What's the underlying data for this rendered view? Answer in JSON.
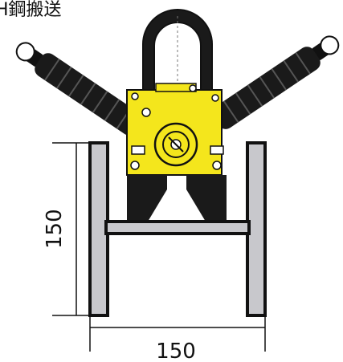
{
  "caption": "H鋼搬送",
  "dimensions": {
    "height_label": "150",
    "width_label": "150"
  },
  "colors": {
    "body_yellow": "#f4e61c",
    "handle_black": "#1a1a1a",
    "beam_gray": "#c8c8cc",
    "outline": "#111111"
  }
}
